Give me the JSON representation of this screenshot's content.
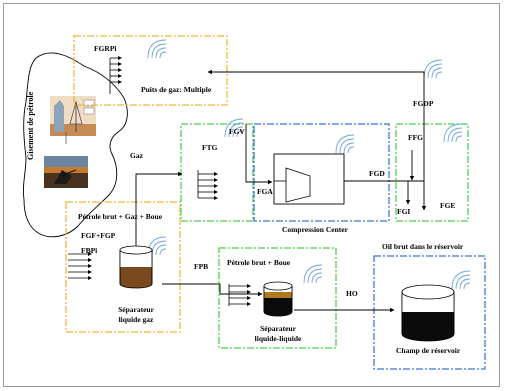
{
  "labels": {
    "fgrpi": "FGRPi",
    "puits_gaz": "Puits de gaz: Multiple",
    "gisement": "Gisement de pétrole",
    "fgdp": "FGDP",
    "gaz": "Gaz",
    "fgv": "FGV",
    "ftg": "FTG",
    "fga": "FGA",
    "fgd": "FGD",
    "ffg": "FFG",
    "fgi": "FGI",
    "fge": "FGE",
    "compression_center": "Compression Center",
    "petrole_gaz_boue": "Pétrole brut + Gaz + Boue",
    "fgf_fgp": "FGF+FGP",
    "fbpi": "FBPi",
    "fpb": "FPB",
    "sep_gaz_1": "Séparateur",
    "sep_gaz_2": "liquide gaz",
    "petrole_boue": "Pétrole brut + Boue",
    "ho": "HO",
    "sep_ll_1": "Séparateur",
    "sep_ll_2": "liquide-liquide",
    "oil_reservoir": "Oil brut dans le réservoir",
    "champ_reservoir": "Champ de réservoir"
  },
  "colors": {
    "orange_dash": "#f4b63a",
    "green_dash": "#4fce4f",
    "blue_dash": "#3b78d6",
    "wifi": "#6fa3de",
    "sediment": "#7a4a1e",
    "oil_band": "#b07a1c"
  }
}
